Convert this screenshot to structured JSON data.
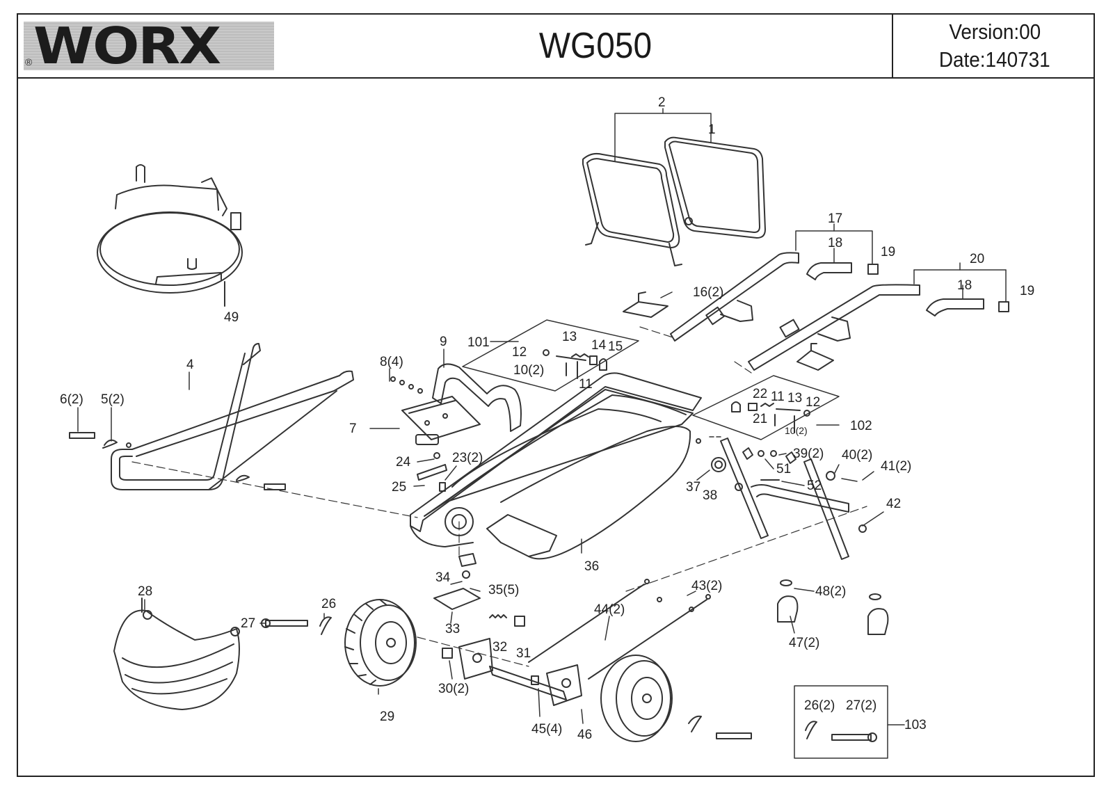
{
  "header": {
    "brand": "WORX",
    "brand_mark": "®",
    "model": "WG050",
    "version": "Version:00",
    "date": "Date:140731"
  },
  "parts": {
    "p1": "1",
    "p2": "2",
    "p4": "4",
    "p5": "5(2)",
    "p6": "6(2)",
    "p7": "7",
    "p8": "8(4)",
    "p9": "9",
    "p10a": "10(2)",
    "p10b": "10(2)",
    "p11a": "11",
    "p11b": "11",
    "p12a": "12",
    "p12b": "12",
    "p13a": "13",
    "p13b": "13",
    "p14": "14",
    "p15": "15",
    "p16": "16(2)",
    "p17": "17",
    "p18a": "18",
    "p18b": "18",
    "p19a": "19",
    "p19b": "19",
    "p20": "20",
    "p21": "21",
    "p22": "22",
    "p23": "23(2)",
    "p24": "24",
    "p25": "25",
    "p26": "26",
    "p27": "27",
    "p28": "28",
    "p29": "29",
    "p30": "30(2)",
    "p31": "31",
    "p32": "32",
    "p33": "33",
    "p34": "34",
    "p35": "35(5)",
    "p36": "36",
    "p37": "37",
    "p38": "38",
    "p39": "39(2)",
    "p40": "40(2)",
    "p41": "41(2)",
    "p42": "42",
    "p43": "43(2)",
    "p44": "44(2)",
    "p45": "45(4)",
    "p46": "46",
    "p47": "47(2)",
    "p48": "48(2)",
    "p49": "49",
    "p51": "51",
    "p52": "52",
    "p101": "101",
    "p102": "102",
    "p103": "103",
    "p26b": "26(2)",
    "p27b": "27(2)"
  }
}
